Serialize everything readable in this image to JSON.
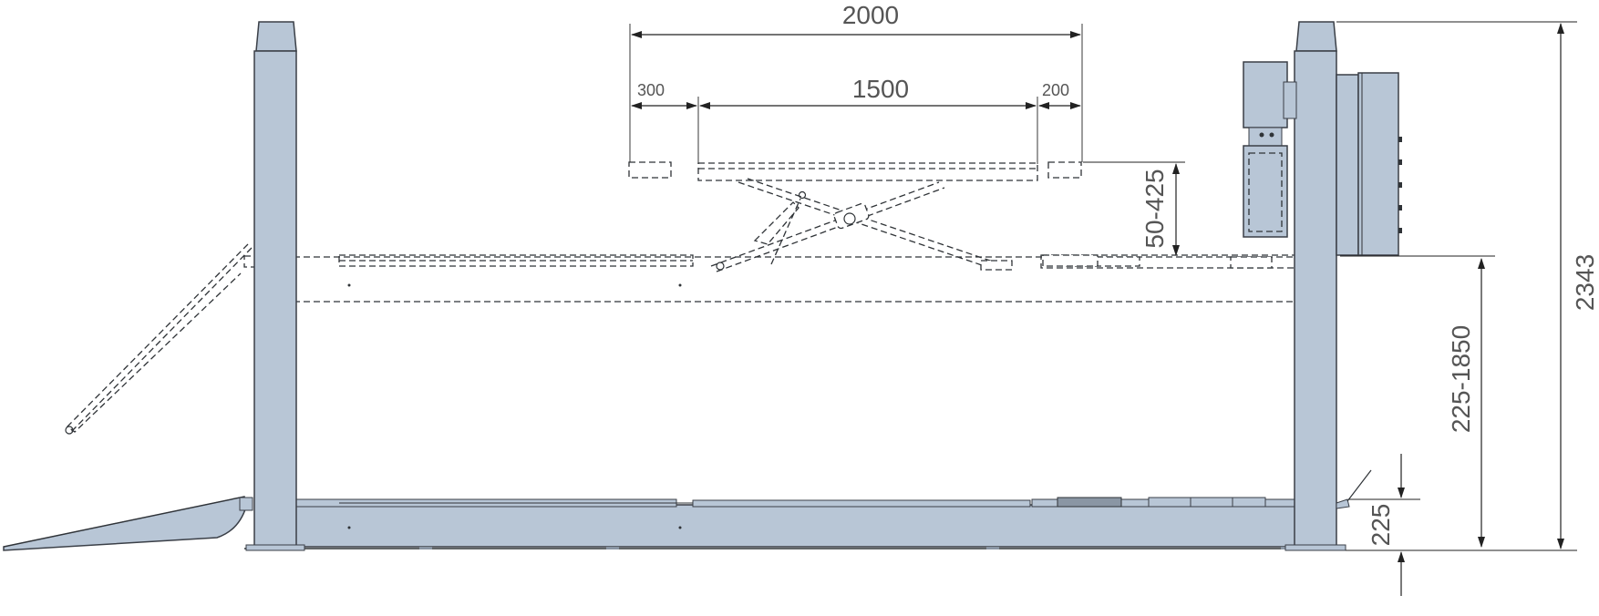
{
  "dimensions": {
    "overall_width": "2000",
    "platform_width": "1500",
    "left_offset": "300",
    "right_offset": "200",
    "scissor_lift_height": "50-425",
    "platform_height_range": "225-1850",
    "ground_height": "225",
    "total_height": "2343"
  },
  "colors": {
    "steel": "#b8c6d6",
    "line": "#2f3337",
    "dimension_text": "#555555"
  }
}
